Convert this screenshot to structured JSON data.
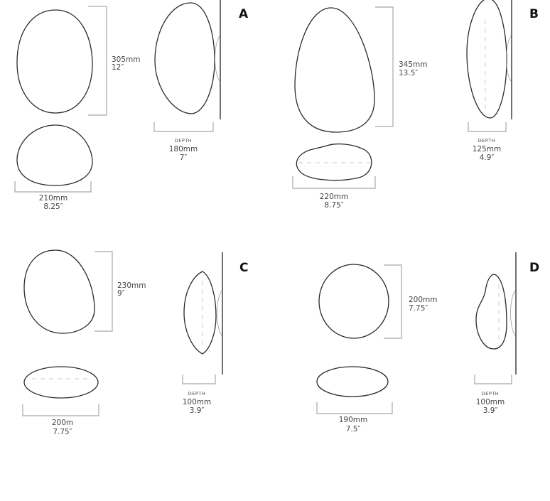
{
  "variants": [
    {
      "label": "A",
      "height": {
        "mm": "305mm",
        "in": "12″"
      },
      "depth": {
        "title": "DEPTH",
        "mm": "180mm",
        "in": "7″"
      },
      "width": {
        "mm": "210mm",
        "in": "8.25″"
      }
    },
    {
      "label": "B",
      "height": {
        "mm": "345mm",
        "in": "13.5″"
      },
      "depth": {
        "title": "DEPTH",
        "mm": "125mm",
        "in": "4.9″"
      },
      "width": {
        "mm": "220mm",
        "in": "8.75″"
      }
    },
    {
      "label": "C",
      "height": {
        "mm": "230mm",
        "in": "9″"
      },
      "depth": {
        "title": "DEPTH",
        "mm": "100mm",
        "in": "3.9″"
      },
      "width": {
        "mm": "200m",
        "in": "7.75″"
      }
    },
    {
      "label": "D",
      "height": {
        "mm": "200mm",
        "in": "7.75″"
      },
      "depth": {
        "title": "DEPTH",
        "mm": "100mm",
        "in": "3.9″"
      },
      "width": {
        "mm": "190mm",
        "in": "7.5″"
      }
    }
  ]
}
